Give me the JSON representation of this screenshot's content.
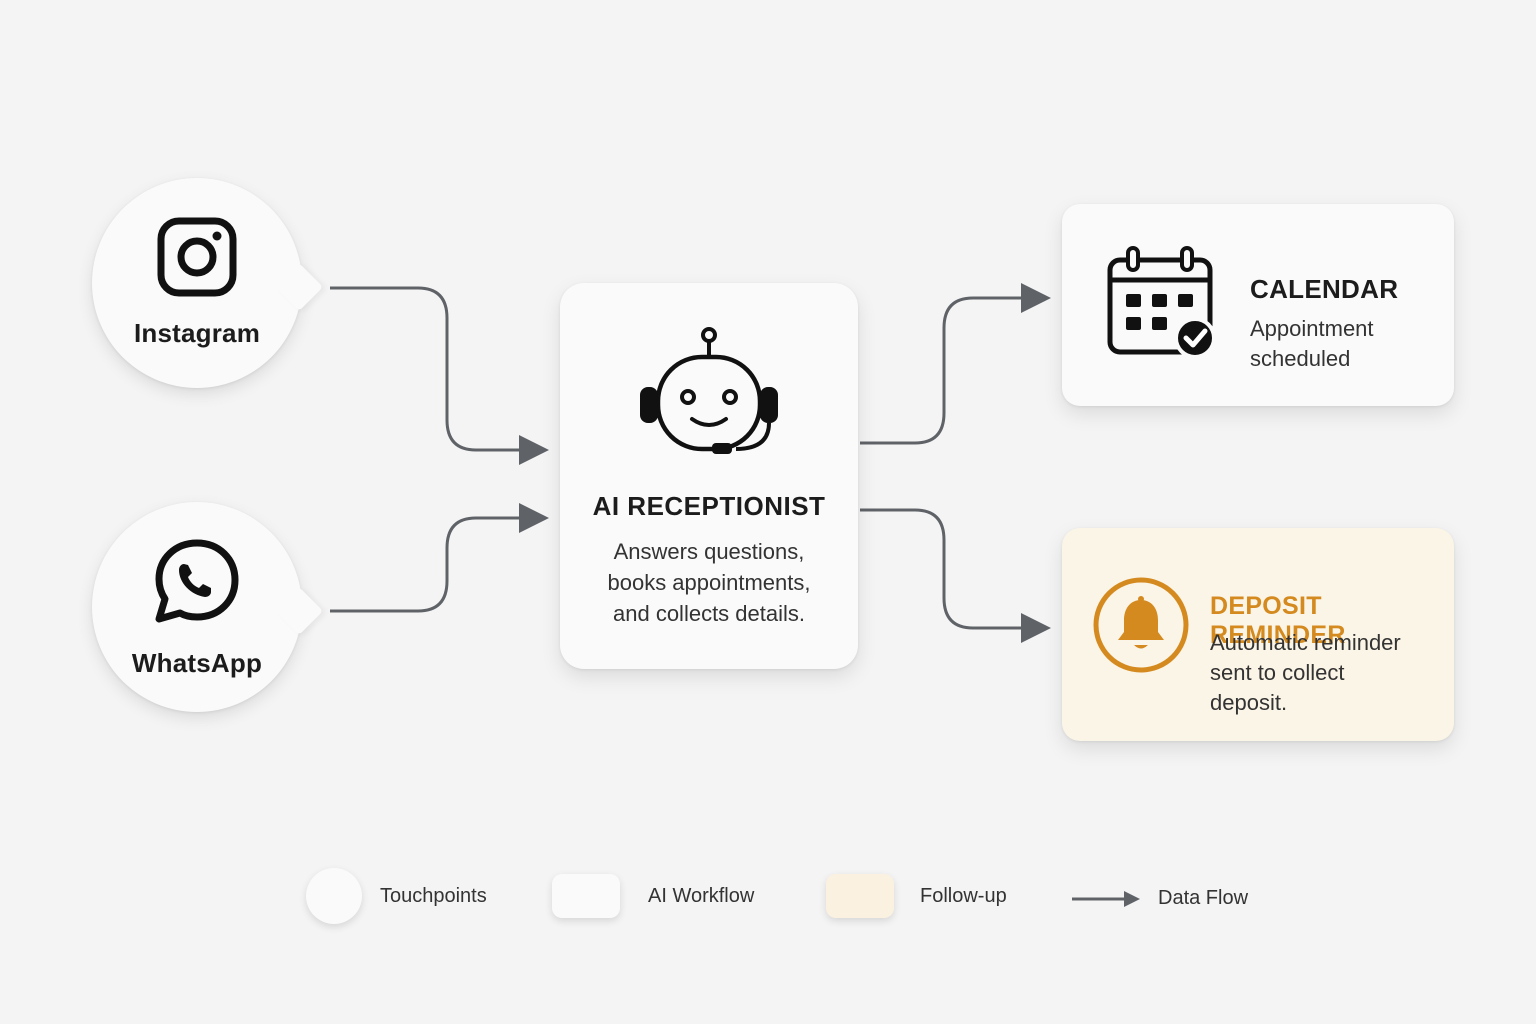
{
  "sources": [
    {
      "label": "Instagram",
      "icon": "instagram-icon"
    },
    {
      "label": "WhatsApp",
      "icon": "whatsapp-icon"
    }
  ],
  "center": {
    "title": "AI RECEPTIONIST",
    "description_lines": [
      "Answers questions,",
      "books appointments,",
      "and collects details."
    ],
    "icon": "robot-headset-icon"
  },
  "outputs": {
    "calendar": {
      "title": "CALENDAR",
      "lines": [
        "Appointment",
        "scheduled"
      ],
      "icon": "calendar-check-icon"
    },
    "deposit": {
      "title": "DEPOSIT REMINDER",
      "lines": [
        "Automatic reminder",
        "sent to collect",
        "deposit."
      ],
      "icon": "bell-icon"
    }
  },
  "legend": [
    {
      "label": "Touchpoints",
      "swatch": "circle"
    },
    {
      "label": "AI Workflow",
      "swatch": "rect"
    },
    {
      "label": "Follow-up",
      "swatch": "rect-followup"
    },
    {
      "label": "Data Flow",
      "swatch": "arrow"
    }
  ],
  "colors": {
    "background": "#f4f4f4",
    "connector": "#5f6368",
    "accent_orange": "#d48a1f",
    "followup_bg": "#fbf5e7",
    "text_dark": "#1c1c1c"
  }
}
